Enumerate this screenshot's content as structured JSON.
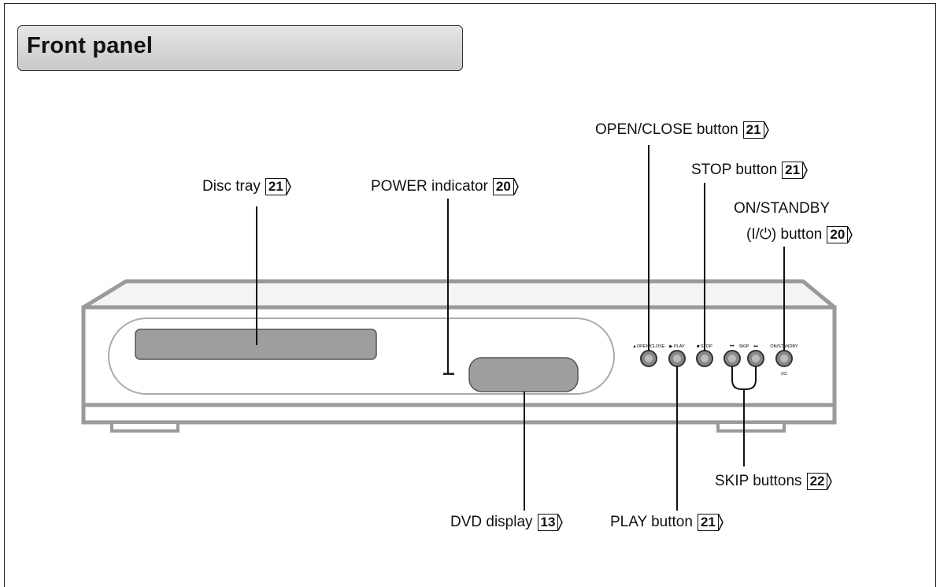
{
  "title": "Front panel",
  "callouts": {
    "disc_tray": {
      "label": "Disc tray",
      "ref": "21"
    },
    "power_indicator": {
      "label": "POWER indicator",
      "ref": "20"
    },
    "open_close": {
      "label": "OPEN/CLOSE button",
      "ref": "21"
    },
    "stop": {
      "label": "STOP button",
      "ref": "21"
    },
    "on_standby_line1": {
      "label": "ON/STANDBY"
    },
    "on_standby_line2": {
      "label": "(I/⏻) button",
      "ref": "20"
    },
    "skip": {
      "label": "SKIP buttons",
      "ref": "22"
    },
    "dvd_display": {
      "label": "DVD display",
      "ref": "13"
    },
    "play": {
      "label": "PLAY button",
      "ref": "21"
    }
  },
  "panel_labels": {
    "open_close": "▲OPEN/CLOSE",
    "play": "▶ PLAY",
    "stop": "■ STOP",
    "skip_prev": "⏮",
    "skip": "SKIP",
    "skip_next": "⏭",
    "on_standby": "ON/STANDBY",
    "standby_symbol": "I/⏻"
  }
}
